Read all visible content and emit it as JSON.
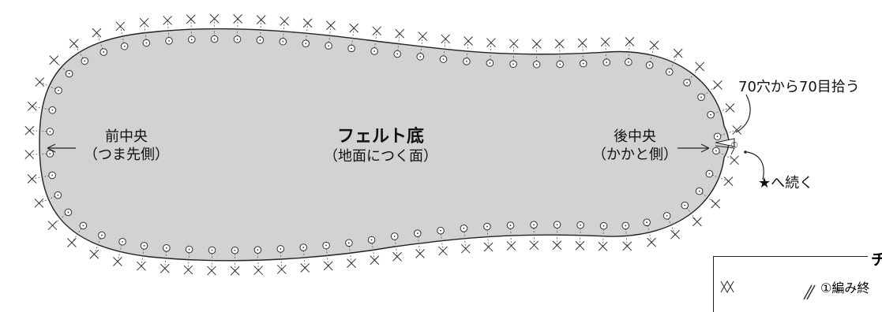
{
  "center": {
    "title": "フェルト底",
    "subtitle": "（地面につく面）"
  },
  "front": {
    "line1": "前中央",
    "line2": "（つま先側）"
  },
  "back": {
    "line1": "後中央",
    "line2": "（かかと側）"
  },
  "pickup_note": "70穴から70目拾う",
  "continue_note": "★へ続く",
  "start_mark": "①",
  "legend": {
    "title": "チ",
    "item": "①編み終"
  },
  "colors": {
    "sole_fill": "#d2d2d2",
    "outline": "#222222"
  }
}
